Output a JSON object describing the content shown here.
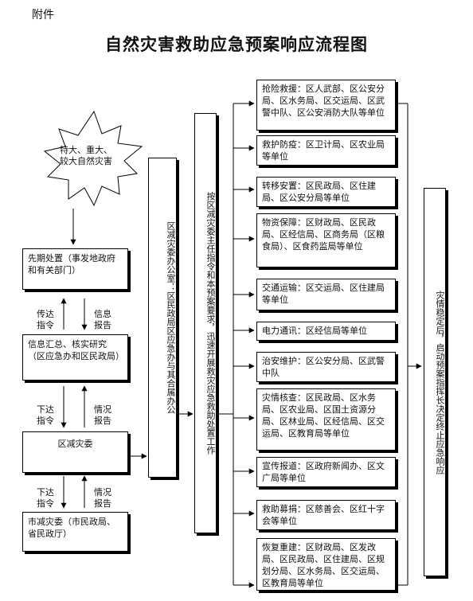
{
  "header": {
    "attachment": "附件",
    "title": "自然灾害救助应急预案响应流程图"
  },
  "flow": {
    "disaster": "特大、重大、较大自然灾害",
    "step1": "先期处置（事发地政府和有关部门）",
    "step1_up_left": "传达指令",
    "step1_up_right": "信息报告",
    "step2": "信息汇总、核实研究（区应急办和区民政局）",
    "step2_down_left": "下达指令",
    "step2_down_right": "情况报告",
    "step3": "区减灾委",
    "step3_down_left": "下达指令",
    "step3_down_right": "情况报告",
    "step4": "市减灾委（市民政局、省民政厅）",
    "office": "区减灾委办公室：区民政局区应急办与其合属办公",
    "command": "按区减灾委主任指令和本预案要求，迅速开展救灾应急救助处置工作",
    "final": "灾情稳定后，启动预案指挥长决定终止应急响应"
  },
  "tasks": [
    "抢险救援：区人武部、区公安分局、区水务局、区交运局、区武警中队、区公安消防大队等单位",
    "救护防疫：区卫计局、区农业局等单位",
    "转移安置：区民政局、区住建局、区公安分局等单位",
    "物资保障：区财政局、区民政局、区经信局、区商务局（区粮食局）、区食药监局等单位",
    "交通运输：区交运局、区住建局等单位",
    "电力通讯：区经信局等单位",
    "治安维护：区公安分局、区武警中队",
    "灾情核查：区民政局、区水务局、区农业局、区国土资源分局、区林业局、区经信局、区交运局、区教育局等单位",
    "宣传报道：区政府新闻办、区文广局等单位",
    "救助募捐：区慈善会、区红十字会等单位",
    "恢复重建：区财政局、区发改局、区民政局、区住建局、区规划分局、区水务局、区交运局、区教育局等单位"
  ]
}
